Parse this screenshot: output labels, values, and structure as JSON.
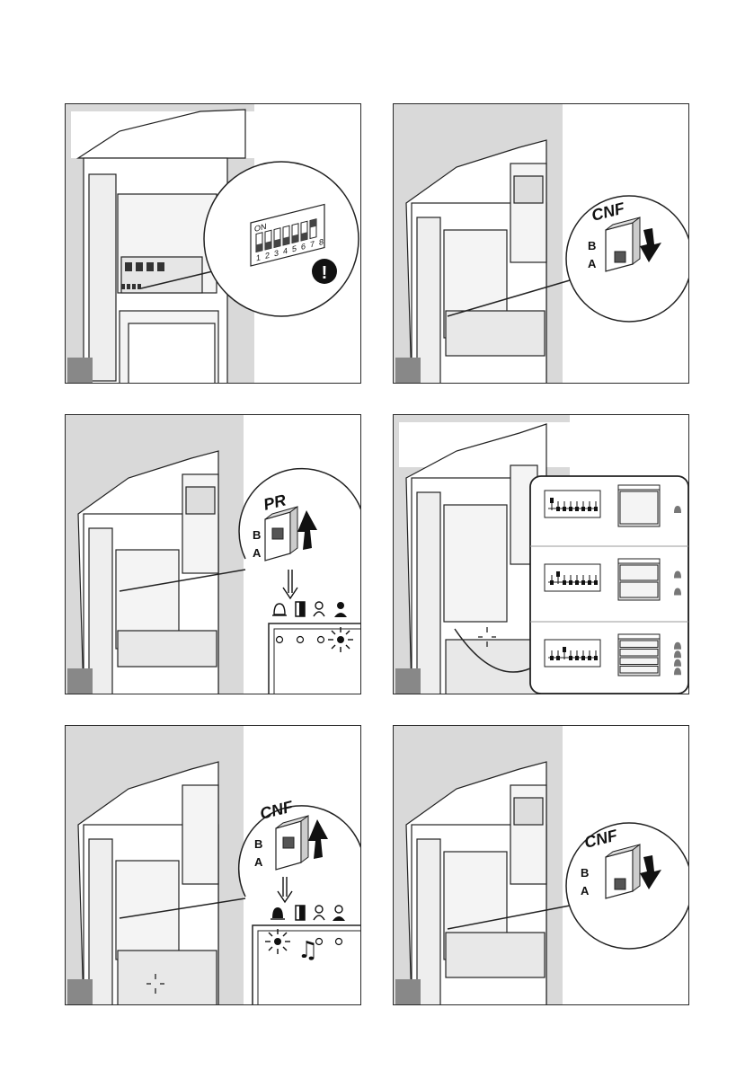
{
  "panels": [
    {
      "id": 1,
      "dip": {
        "on_label": "ON",
        "numbers": [
          "1",
          "2",
          "3",
          "4",
          "5",
          "6",
          "7",
          "8"
        ],
        "warning": "!"
      }
    },
    {
      "id": 2,
      "switch": {
        "title": "CNF",
        "pos_b": "B",
        "pos_a": "A",
        "direction": "down"
      }
    },
    {
      "id": 3,
      "switch": {
        "title": "PR",
        "pos_b": "B",
        "pos_a": "A",
        "direction": "up"
      },
      "indicator_icons": [
        "bell-icon",
        "door-icon",
        "speaker-person-icon",
        "person-icon"
      ],
      "blinking_led": 4
    },
    {
      "id": 4,
      "configs": [
        {
          "dip_on_switch": 1,
          "buttons": 1
        },
        {
          "dip_on_switch": 2,
          "buttons": 2
        },
        {
          "dip_on_switch": 3,
          "buttons": 4
        }
      ]
    },
    {
      "id": 5,
      "switch": {
        "title": "CNF",
        "pos_b": "B",
        "pos_a": "A",
        "direction": "up"
      },
      "indicator_icons": [
        "bell-icon",
        "door-icon",
        "speaker-person-icon",
        "person-icon"
      ],
      "blinking_led": 1,
      "sound_icon": "music-note-icon"
    },
    {
      "id": 6,
      "switch": {
        "title": "CNF",
        "pos_b": "B",
        "pos_a": "A",
        "direction": "down"
      }
    }
  ]
}
